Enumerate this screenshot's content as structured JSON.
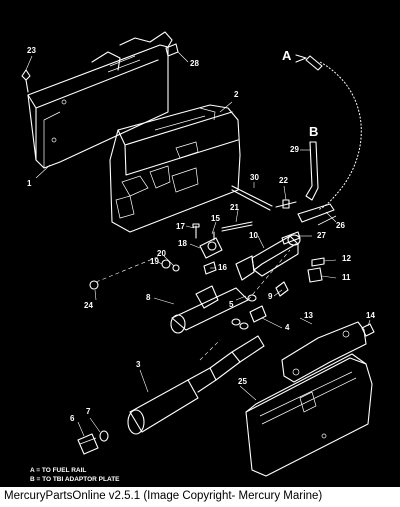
{
  "callouts": {
    "p1": "1",
    "p2": "2",
    "p3": "3",
    "p4": "4",
    "p5": "5",
    "p6": "6",
    "p7": "7",
    "p8": "8",
    "p9": "9",
    "p10": "10",
    "p11": "11",
    "p12": "12",
    "p13": "13",
    "p14": "14",
    "p15": "15",
    "p16": "16",
    "p17": "17",
    "p18": "18",
    "p19": "19",
    "p20": "20",
    "p21": "21",
    "p22": "22",
    "p23": "23",
    "p24": "24",
    "p25": "25",
    "p26": "26",
    "p27": "27",
    "p28": "28",
    "p29": "29",
    "p30": "30"
  },
  "letters": {
    "a": "A",
    "b": "B"
  },
  "legend": {
    "line_a": "A  =  TO FUEL RAIL",
    "line_b": "B  =  TO TBI ADAPTOR PLATE"
  },
  "caption": "MercuryPartsOnline v2.5.1 (Image Copyright- Mercury Marine)"
}
